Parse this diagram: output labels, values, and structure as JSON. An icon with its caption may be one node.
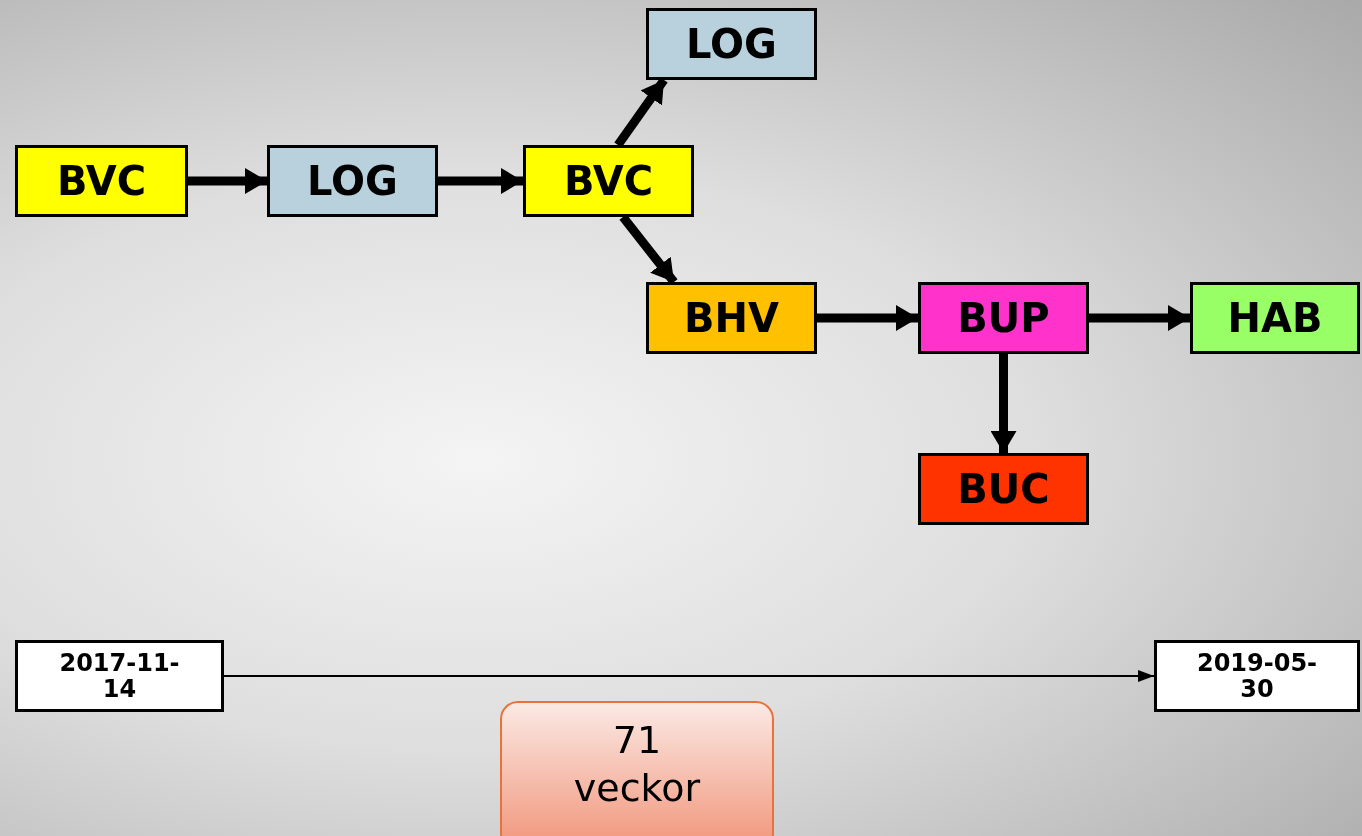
{
  "diagram": {
    "nodes": [
      {
        "text": [
          "BVC"
        ]
      },
      {
        "text": [
          "LOG"
        ]
      },
      {
        "text": [
          "BVC"
        ]
      },
      {
        "text": [
          "LOG"
        ]
      },
      {
        "text": [
          "BHV"
        ]
      },
      {
        "text": [
          "BUP"
        ]
      },
      {
        "text": [
          "HAB"
        ]
      },
      {
        "text": [
          "BUC"
        ]
      },
      {
        "text": [
          "2017-11-14"
        ]
      },
      {
        "text": [
          "2019-05-30"
        ]
      },
      {
        "text": [
          "71 veckor"
        ]
      }
    ],
    "edges": [
      {
        "from": 0,
        "to": 1,
        "arrow": "to"
      },
      {
        "from": 1,
        "to": 2,
        "arrow": "to"
      },
      {
        "from": 2,
        "to": 3,
        "arrow": "to"
      },
      {
        "from": 2,
        "to": 4,
        "arrow": "to"
      },
      {
        "from": 4,
        "to": 5,
        "arrow": "to"
      },
      {
        "from": 5,
        "to": 6,
        "arrow": "to"
      },
      {
        "from": 5,
        "to": 7,
        "arrow": "to"
      },
      {
        "from": 8,
        "to": 9,
        "arrow": "to"
      }
    ]
  }
}
